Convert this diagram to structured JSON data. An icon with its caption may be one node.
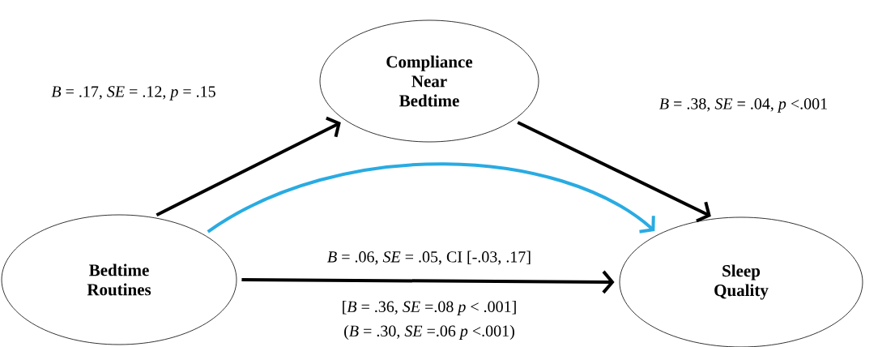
{
  "diagram": {
    "nodes": [
      {
        "text": [
          "Compliance Near Bedtime"
        ]
      },
      {
        "text": [
          "Bedtime Routines"
        ]
      },
      {
        "text": [
          "Sleep Quality"
        ]
      }
    ],
    "edges": [
      {
        "from": 1,
        "to": 0,
        "arrow": "to",
        "label": "*B* = .17, *SE* = .12, *p* = .15"
      },
      {
        "from": 0,
        "to": 2,
        "arrow": "to",
        "label": "*B* = .38, *SE* = .04, *p* <.001"
      },
      {
        "from": 1,
        "to": 2,
        "arrow": "to",
        "label": "*B* = .06, *SE* = .05, CI [-.03, .17]"
      },
      {
        "from": 1,
        "to": 2,
        "arrow": "to",
        "color": "#29abe2"
      }
    ],
    "labels": [
      "[*B* = .36, *SE* =.08 *p* < .001]",
      "(*B* = .30, *SE* =.06 *p* <.001)"
    ]
  }
}
